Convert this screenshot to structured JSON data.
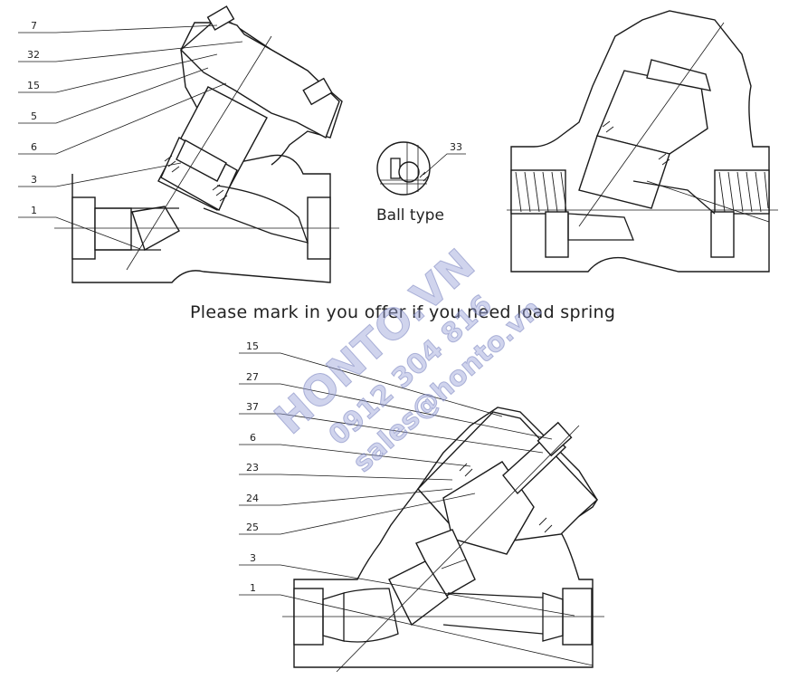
{
  "top_left_view": {
    "callouts": [
      "7",
      "32",
      "15",
      "5",
      "6",
      "3",
      "1"
    ]
  },
  "ball_detail": {
    "callout": "33",
    "caption": "Ball type"
  },
  "note": "Please mark in you offer if you need load spring",
  "bottom_view": {
    "callouts": [
      "15",
      "27",
      "37",
      "6",
      "23",
      "24",
      "25",
      "3",
      "1"
    ]
  },
  "watermark": {
    "line1": "HONTO.VN",
    "line2": "0912 304 816",
    "line3": "sales@honto.vn"
  }
}
